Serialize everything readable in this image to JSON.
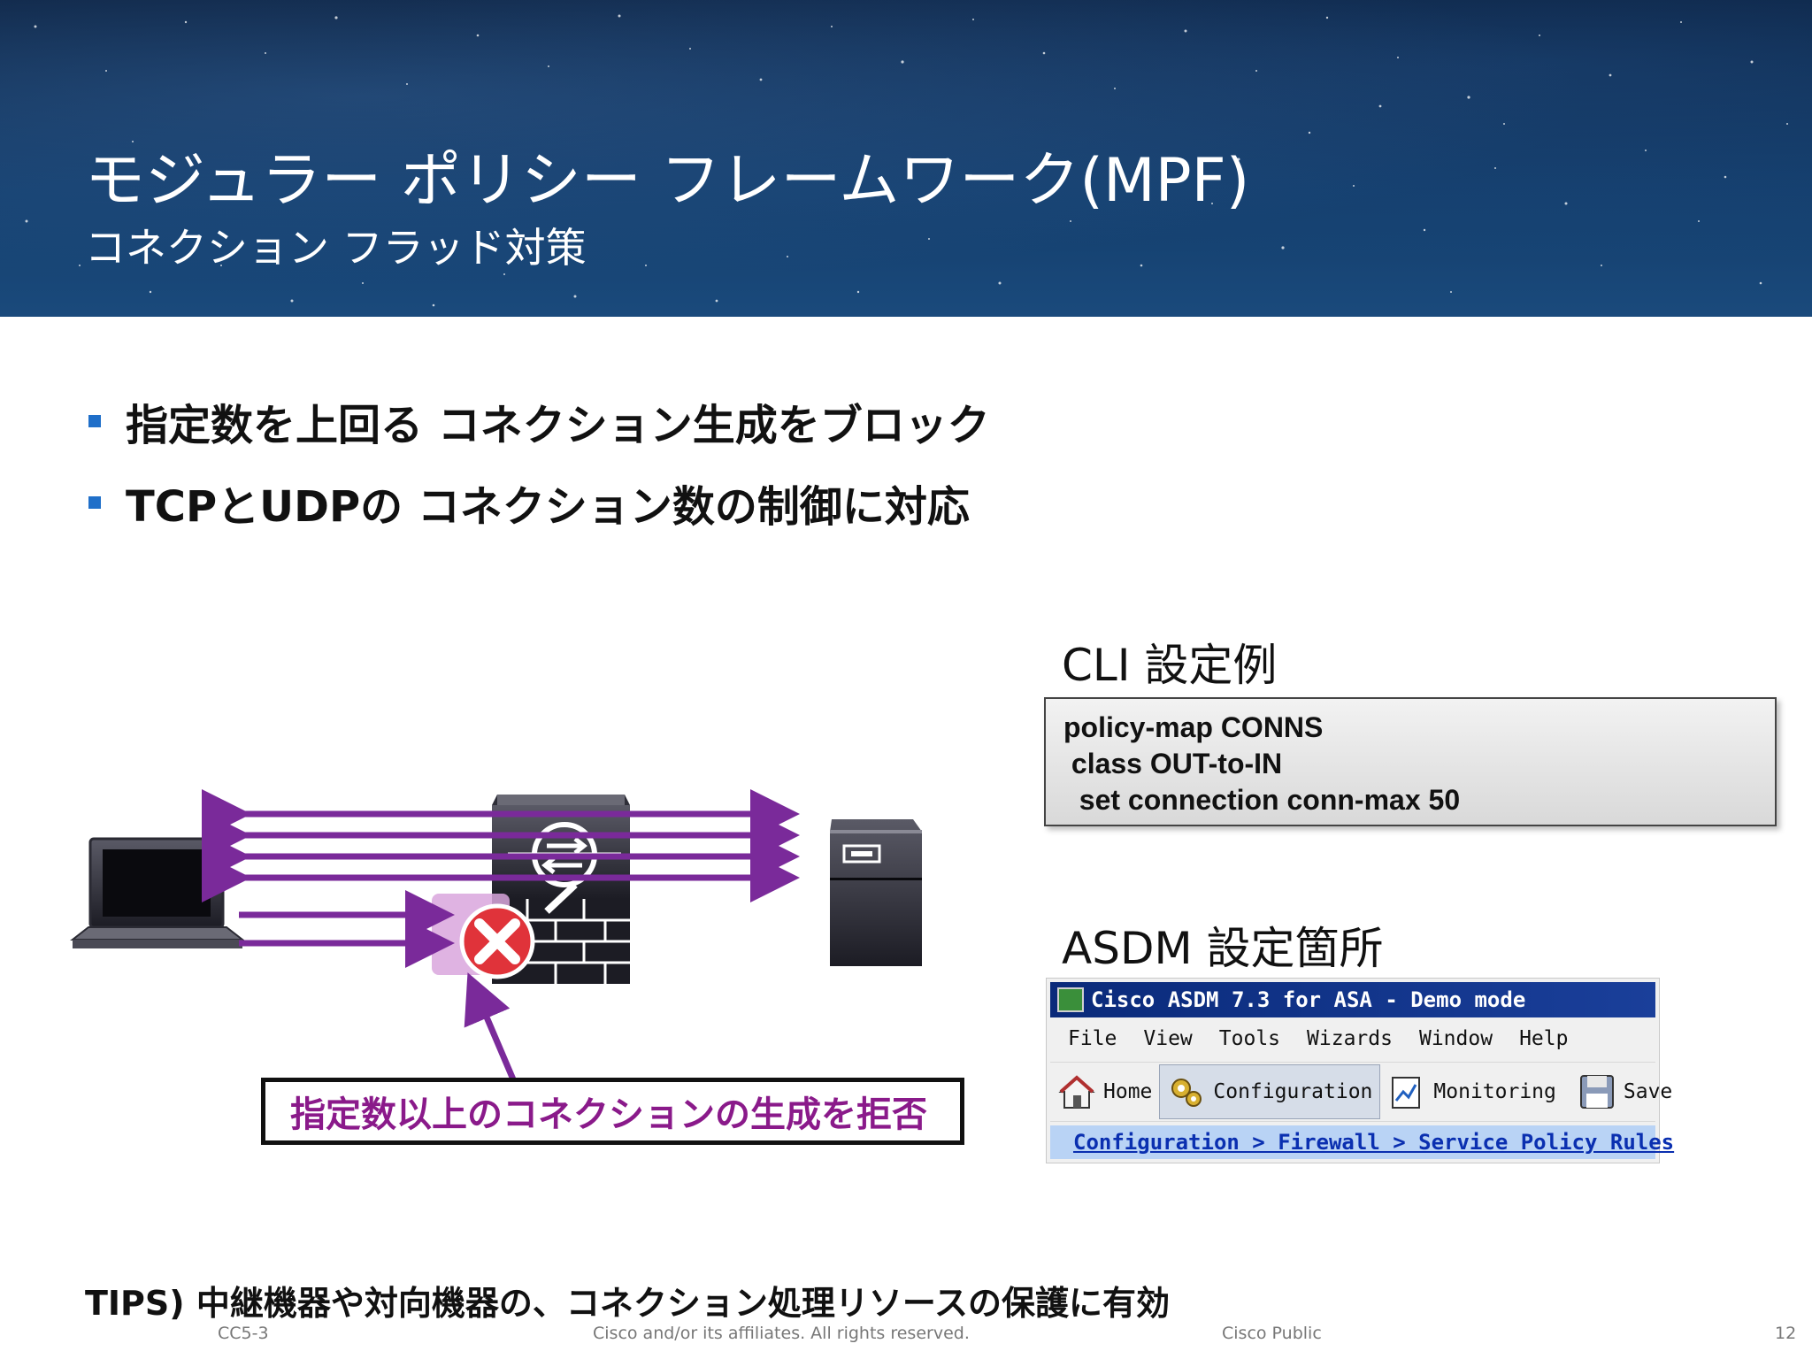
{
  "slide": {
    "title": "モジュラー ポリシー フレームワーク(MPF)",
    "subtitle": "コネクション フラッド対策",
    "bullets": [
      "指定数を上回る コネクション生成をブロック",
      "TCPとUDPの コネクション数の制御に対応"
    ]
  },
  "diagram": {
    "reject_label": "指定数以上のコネクションの生成を拒否",
    "colors": {
      "flow": "#7a2a9a",
      "reject": "#e0333a",
      "highlight": "#d9a6dd"
    }
  },
  "cli": {
    "label": "CLI 設定例",
    "lines": [
      "policy-map CONNS",
      " class OUT-to-IN",
      "  set connection conn-max 50"
    ]
  },
  "asdm": {
    "label": "ASDM 設定箇所",
    "window_title": "Cisco ASDM 7.3 for ASA - Demo mode",
    "menu": [
      "File",
      "View",
      "Tools",
      "Wizards",
      "Window",
      "Help"
    ],
    "toolbar": {
      "home": "Home",
      "configuration": "Configuration",
      "monitoring": "Monitoring",
      "save": "Save"
    },
    "breadcrumb": "Configuration > Firewall > Service Policy Rules"
  },
  "tips": "TIPS) 中継機器や対向機器の、コネクション処理リソースの保護に有効",
  "footer": {
    "code": "CC5-3",
    "copyright": "Cisco and/or its affiliates. All rights reserved.",
    "classification": "Cisco Public",
    "page": "12"
  }
}
